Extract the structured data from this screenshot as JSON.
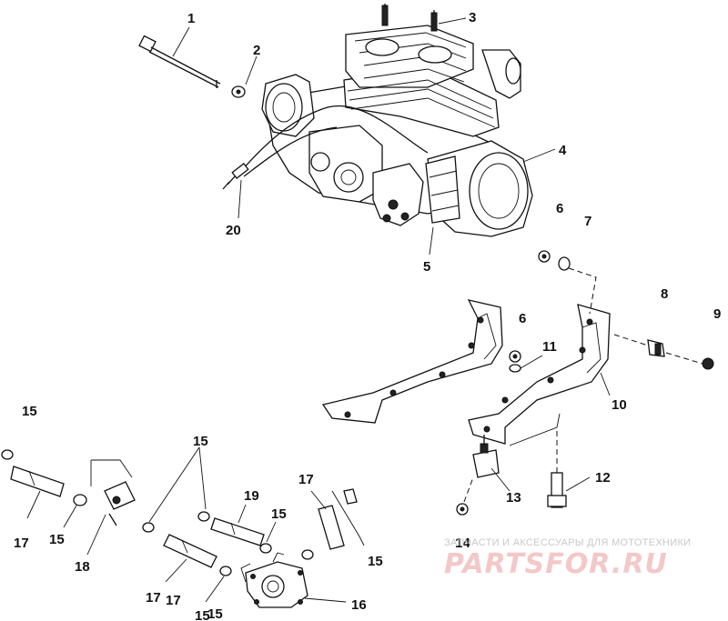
{
  "callouts": [
    "1",
    "2",
    "3",
    "4",
    "5",
    "6",
    "7",
    "6",
    "11",
    "8",
    "9",
    "10",
    "20",
    "15",
    "15",
    "15",
    "19",
    "15",
    "17",
    "17",
    "15",
    "17",
    "18",
    "13",
    "12",
    "14",
    "15",
    "16",
    "17",
    "15"
  ],
  "watermark": {
    "tagline": "ЗАПЧАСТИ И АКСЕССУАРЫ ДЛЯ МОТОТЕХНИКИ",
    "brand": "PARTSFOR.RU"
  },
  "colors": {
    "ink": "#111111",
    "watermark_brand": "#f3c8c8",
    "watermark_tagline": "#c9c9c9"
  }
}
